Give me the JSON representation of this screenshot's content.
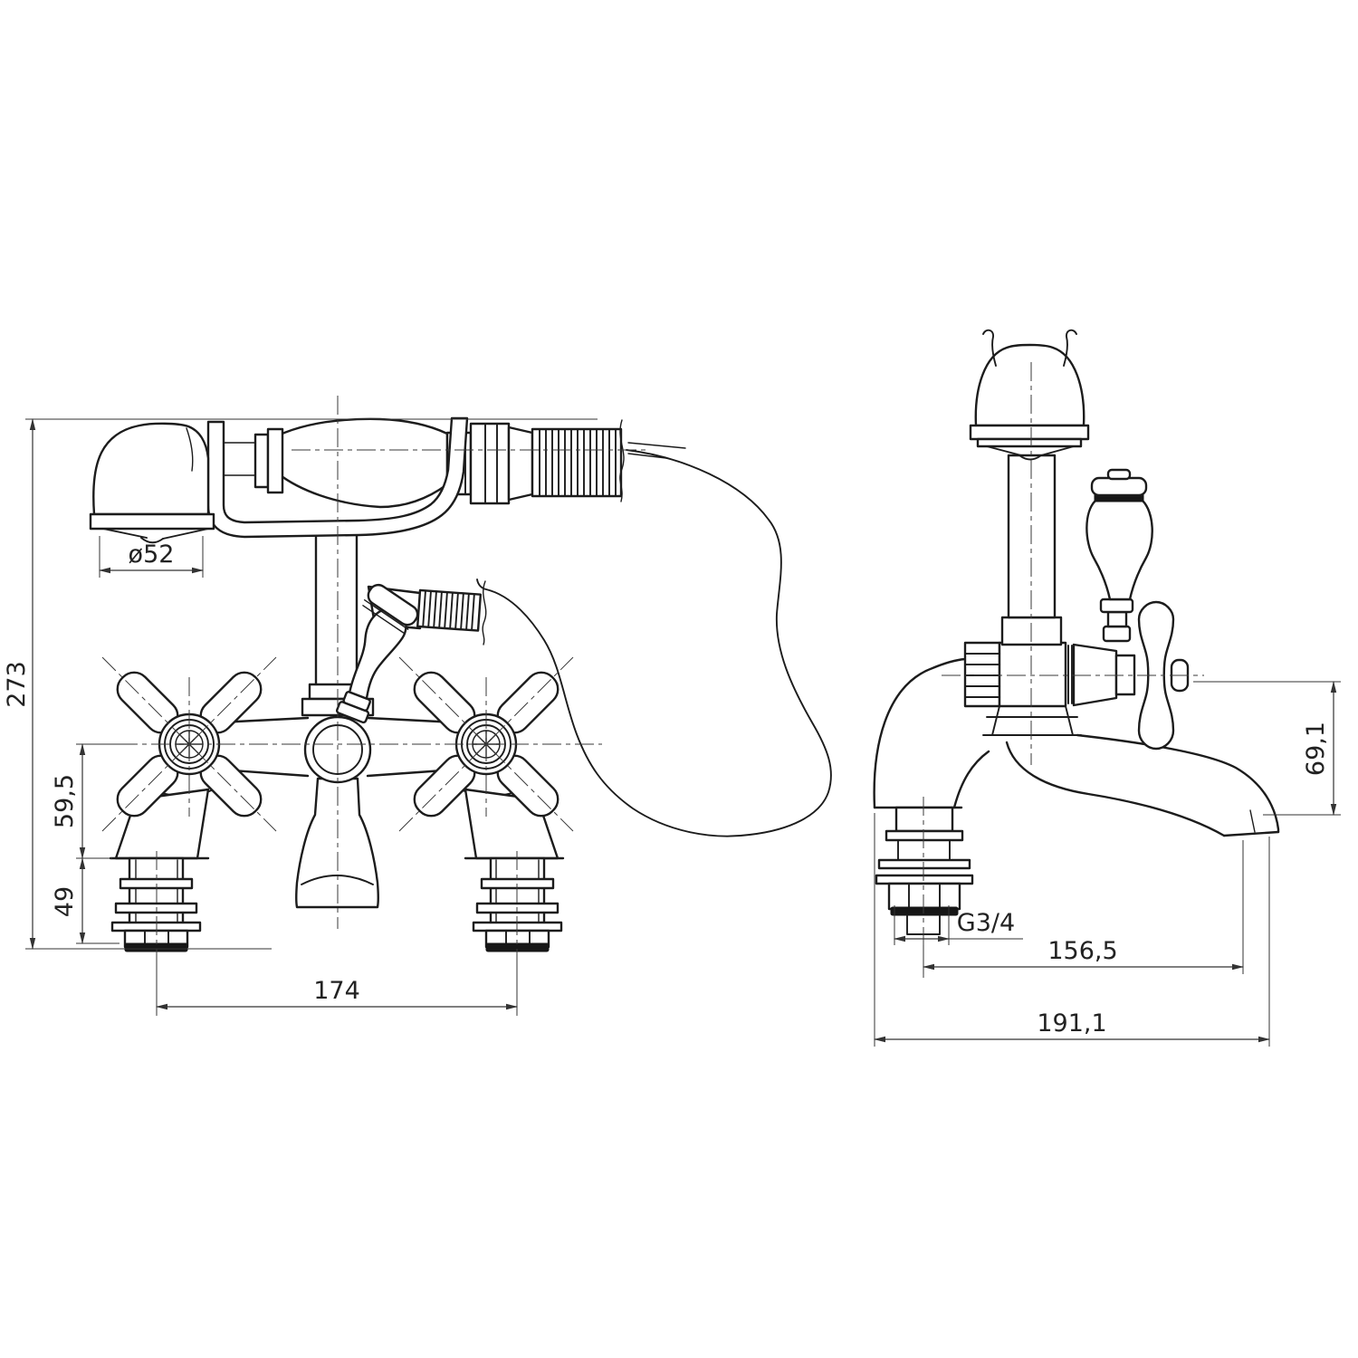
{
  "canvas": {
    "background": "#ffffff",
    "line_color": "#1c1c1c",
    "dim_text_color": "#222222"
  },
  "drawing": {
    "front_view": {
      "dims": {
        "handset_face_diameter": "ø52",
        "overall_height": "273",
        "handle_axis_to_deck": "59,5",
        "deck_to_tail_end": "49",
        "inlet_centres": "174"
      }
    },
    "side_view": {
      "dims": {
        "axis_to_spout_outlet": "69,1",
        "inlet_thread": "G3/4",
        "inlet_centre_to_spout_outlet": "156,5",
        "overall_projection": "191,1"
      }
    }
  }
}
